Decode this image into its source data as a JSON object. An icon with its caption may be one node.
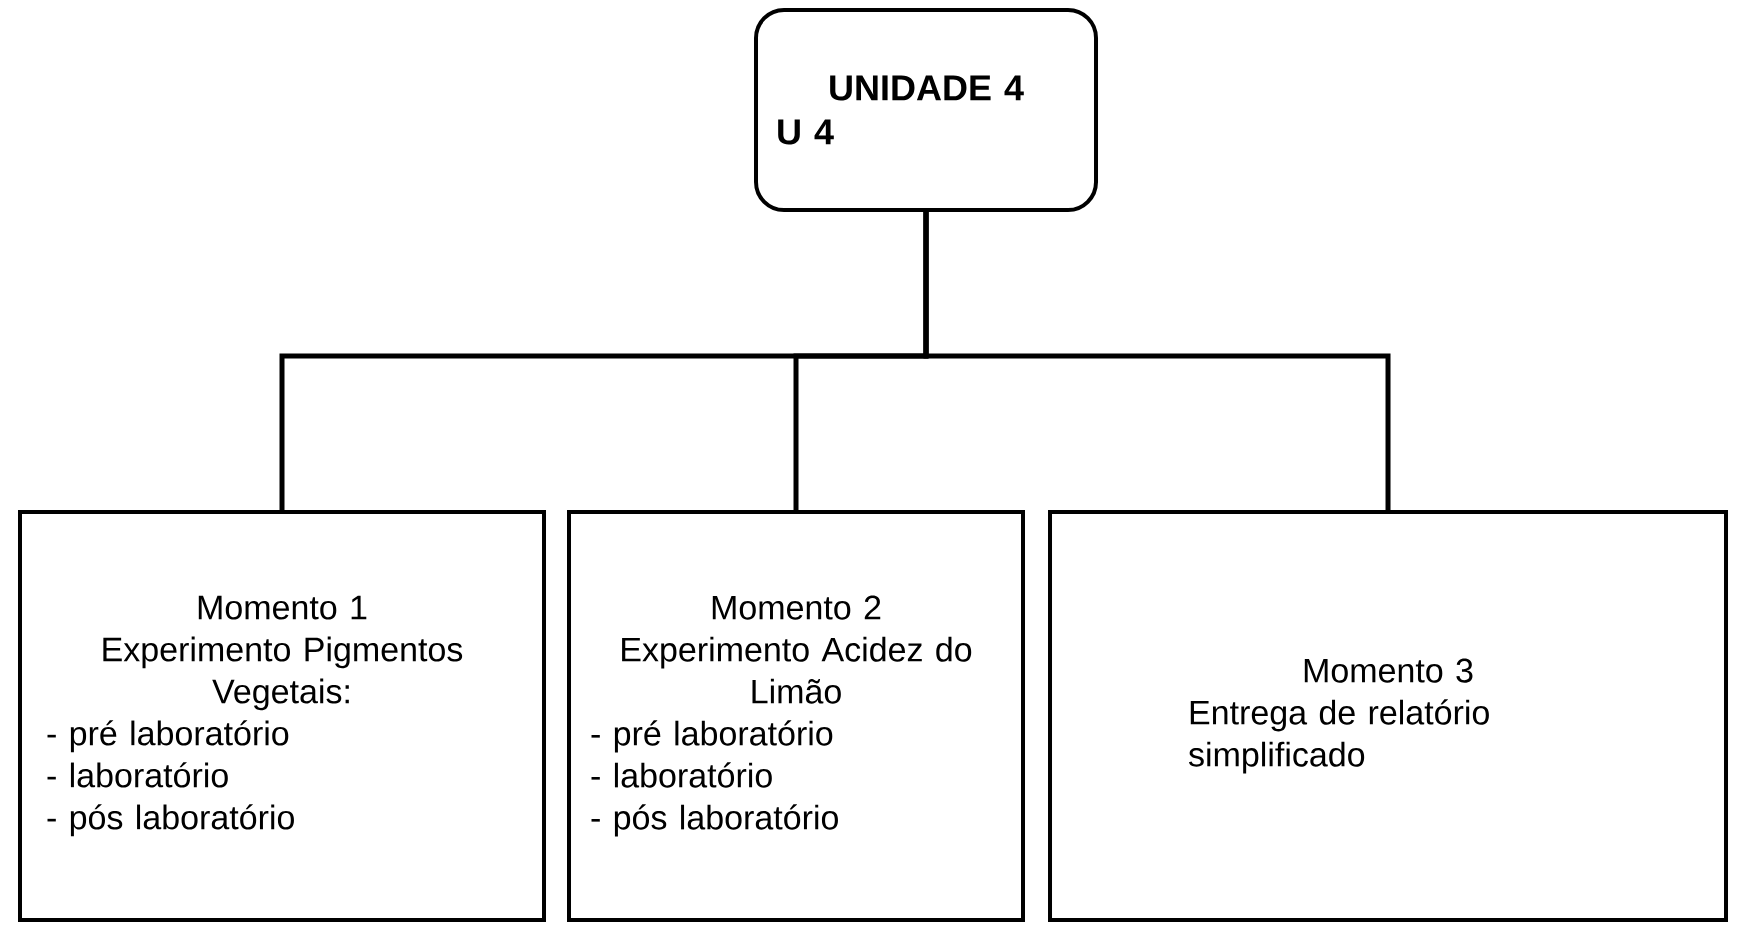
{
  "diagram": {
    "nodes": [
      {
        "text": [
          "UNIDADE 4",
          "U 4"
        ]
      },
      {
        "text": [
          "Momento 1",
          "Experimento Pigmentos Vegetais:",
          "- pré laboratório",
          "- laboratório",
          "- pós laboratório"
        ]
      },
      {
        "text": [
          "Momento 2",
          "Experimento Acidez do Limão",
          "- pré laboratório",
          "- laboratório",
          "- pós laboratório"
        ]
      },
      {
        "text": [
          "Momento 3",
          "Entrega de relatório simplificado"
        ]
      }
    ],
    "edges": [
      {
        "from": 0,
        "to": 1,
        "arrow": "none"
      },
      {
        "from": 0,
        "to": 2,
        "arrow": "none"
      },
      {
        "from": 0,
        "to": 3,
        "arrow": "none"
      }
    ]
  }
}
